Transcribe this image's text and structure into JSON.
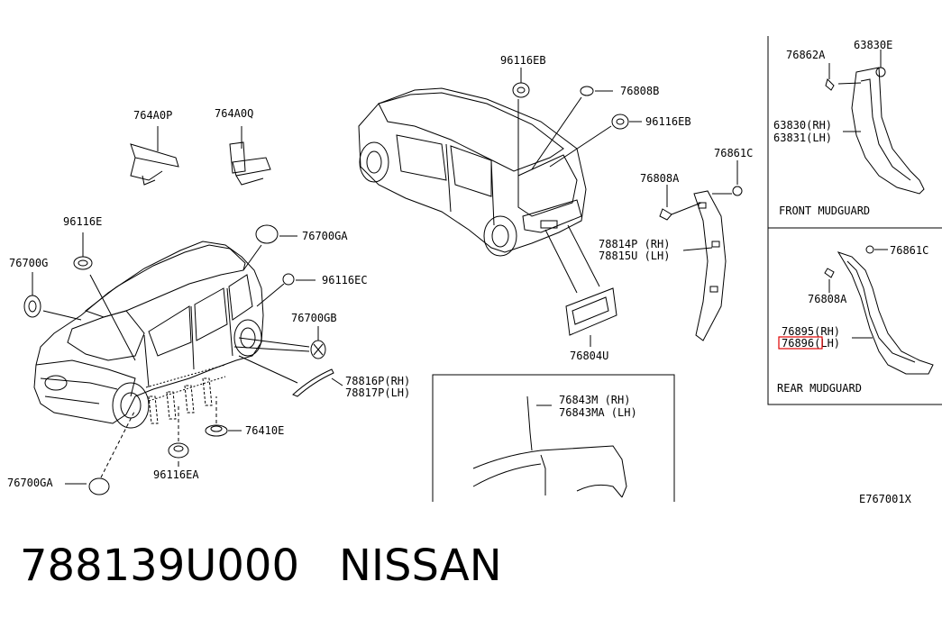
{
  "labels": {
    "p764A0P": "764A0P",
    "p764A0Q": "764A0Q",
    "p96116E": "96116E",
    "p76700G": "76700G",
    "p76700GA_top": "76700GA",
    "p96116EC": "96116EC",
    "p76700GB": "76700GB",
    "p78816P": "78816P(RH)",
    "p78817P": "78817P(LH)",
    "p76410E": "76410E",
    "p96116EA": "96116EA",
    "p76700GA_bottom": "76700GA",
    "p96116EB_top": "96116EB",
    "p76808B": "76808B",
    "p96116EB_right": "96116EB",
    "p76808A_mid": "76808A",
    "p76861C_mid": "76861C",
    "p78814P": "78814P (RH)",
    "p78815U": "78815U (LH)",
    "p76804U": "76804U",
    "p76843M": "76843M  (RH)",
    "p76843MA": "76843MA (LH)",
    "p76862A": "76862A",
    "p63830E": "63830E",
    "p63830": "63830(RH)",
    "p63831": "63831(LH)",
    "p76861C_rear": "76861C",
    "p76808A_rear": "76808A",
    "p76895": "76895(RH)",
    "p76896": "76896(LH)"
  },
  "sections": {
    "front_mudguard": "FRONT MUDGUARD",
    "rear_mudguard": "REAR MUDGUARD"
  },
  "diagram_code": "E767001X",
  "footer": {
    "part_number": "788139U000",
    "brand": "NISSAN"
  },
  "colors": {
    "line": "#000000",
    "highlight": "#e00000"
  }
}
